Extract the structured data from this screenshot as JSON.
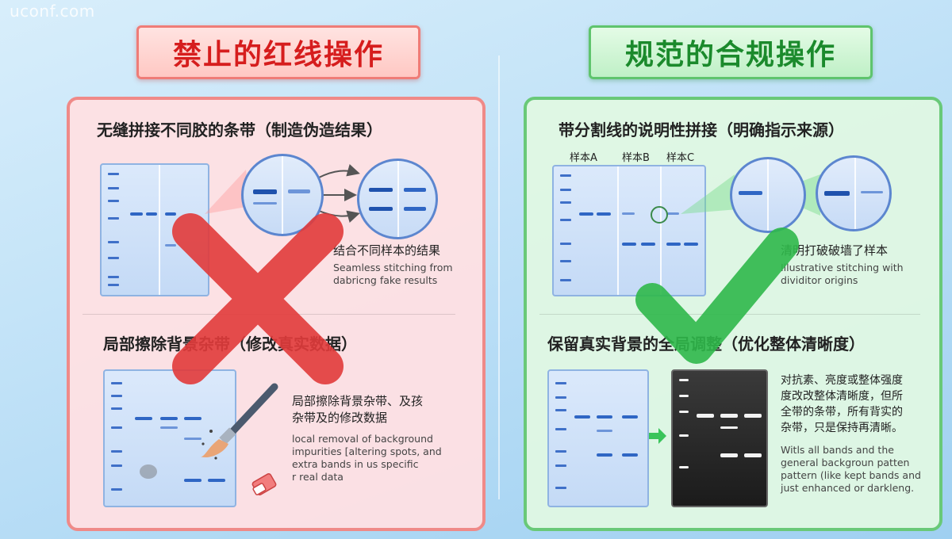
{
  "watermark": "uconf.com",
  "left": {
    "banner": "禁止的红线操作",
    "section1": {
      "heading": "无缝拼接不同胶的条带（制造伪造结果）",
      "note_cn": "结合不同样本的结果",
      "note_en": [
        "Seamless stitching from",
        "dabricng fake results"
      ]
    },
    "section2": {
      "heading": "局部擦除背景杂带（修改真实数据）",
      "note_cn": [
        "局部擦除背景杂带、及孩",
        "杂带及的修改数据"
      ],
      "note_en": [
        "local removal of background",
        "impurities [altering spots, and",
        "extra bands in us specific",
        "r real data"
      ]
    },
    "mark": "cross-mark-icon",
    "mark_color": "#e23b3b"
  },
  "right": {
    "banner": "规范的合规操作",
    "section1": {
      "heading": "带分割线的说明性拼接（明确指示来源）",
      "lanes": [
        "样本A",
        "样本B",
        "样本C"
      ],
      "note_cn": "清明打破破墙了样本",
      "note_en": [
        "Illustrative stitching with",
        "dividitor origins"
      ]
    },
    "section2": {
      "heading": "保留真实背景的全局调整（优化整体清晰度）",
      "note_cn": [
        "对抗素、亮度或整体强度",
        "度改改整体清晰度，但所",
        "全带的条带，所有背实的",
        "杂带，只是保持再清晰。"
      ],
      "note_en": [
        "Witls all bands and the",
        "general backgroun patten",
        "pattern (like kept bands and",
        "just enhanced or darkleng."
      ]
    },
    "mark": "check-mark-icon",
    "mark_color": "#2fb84a"
  }
}
